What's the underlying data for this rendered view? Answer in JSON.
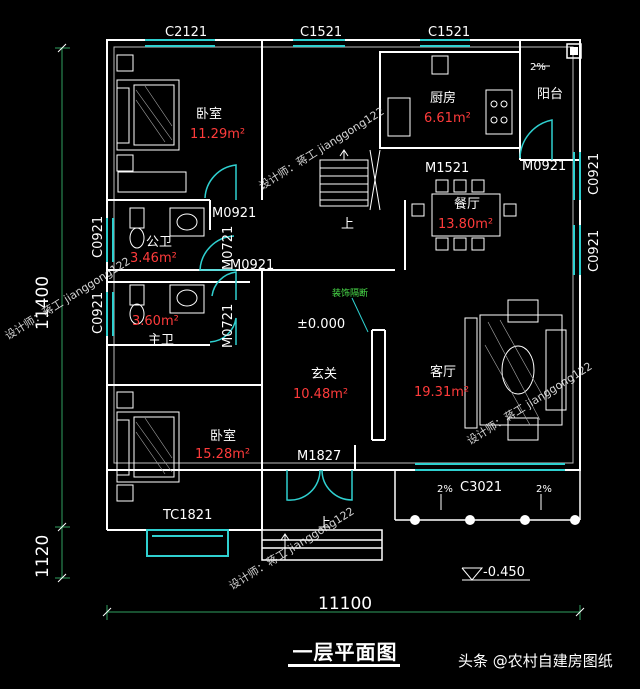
{
  "title": "一层平面图",
  "credit": "头条 @农村自建房图纸",
  "watermark": "设计师：蒋工 jianggong122",
  "rooms": {
    "bedroom_top": {
      "name": "卧室",
      "area": "11.29m²"
    },
    "bedroom_bottom": {
      "name": "卧室",
      "area": "15.28m²"
    },
    "kitchen": {
      "name": "厨房",
      "area": "6.61m²"
    },
    "dining": {
      "name": "餐厅",
      "area": "13.80m²"
    },
    "living": {
      "name": "客厅",
      "area": "19.31m²"
    },
    "foyer": {
      "name": "玄关",
      "area": "10.48m²"
    },
    "master_bath": {
      "name": "主卫",
      "area": "3.60m²"
    },
    "public_bath": {
      "name": "公卫",
      "area": "3.46m²"
    },
    "balcony": {
      "name": "阳台"
    }
  },
  "windows": {
    "c2121": "C2121",
    "c1521_a": "C1521",
    "c1521_b": "C1521",
    "c0921_l1": "C0921",
    "c0921_l2": "C0921",
    "c0921_r1": "C0921",
    "c0921_r2": "C0921",
    "tc1821": "TC1821",
    "c3021": "C3021"
  },
  "doors": {
    "m0921_a": "M0921",
    "m0921_b": "M0921",
    "m0921_c": "M0921",
    "m0721_a": "M0721",
    "m0721_b": "M0721",
    "m1521": "M1521",
    "m1827": "M1827"
  },
  "annotations": {
    "level_zero": "±0.000",
    "level_minus": "-0.450",
    "stair_up": "上",
    "stair_up_2": "上",
    "decor_screen": "装饰隔断",
    "slope_1": "2%",
    "slope_2": "2%",
    "slope_3": "2%"
  },
  "dimensions": {
    "width": "11100",
    "height_main": "11400",
    "height_porch": "1120"
  },
  "colors": {
    "wall": "#ffffff",
    "window": "#2fd0d0",
    "door": "#2fd0d0",
    "area_text": "#ff3b3b"
  }
}
